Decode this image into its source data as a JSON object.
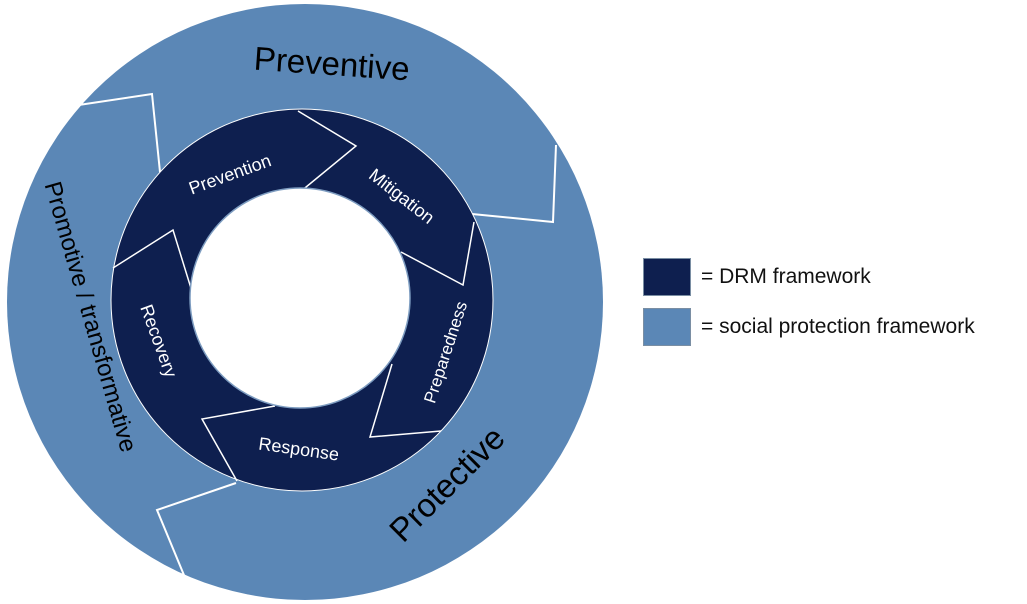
{
  "colors": {
    "drm": "#0e1f4f",
    "social_protection": "#5b87b6",
    "segment_border": "#ffffff",
    "text_dark": "#000000",
    "text_light": "#ffffff"
  },
  "outer_ring": {
    "segments": [
      {
        "id": "preventive",
        "label": "Preventive"
      },
      {
        "id": "protective",
        "label": "Protective"
      },
      {
        "id": "promotive",
        "label": "Promotive / transformative"
      }
    ]
  },
  "inner_ring": {
    "segments": [
      {
        "id": "prevention",
        "label": "Prevention"
      },
      {
        "id": "mitigation",
        "label": "Mitigation"
      },
      {
        "id": "preparedness",
        "label": "Preparedness"
      },
      {
        "id": "response",
        "label": "Response"
      },
      {
        "id": "recovery",
        "label": "Recovery"
      }
    ]
  },
  "legend": [
    {
      "id": "drm",
      "label": "= DRM framework",
      "color_key": "drm"
    },
    {
      "id": "social-protection",
      "label": "= social protection framework",
      "color_key": "social_protection"
    }
  ]
}
